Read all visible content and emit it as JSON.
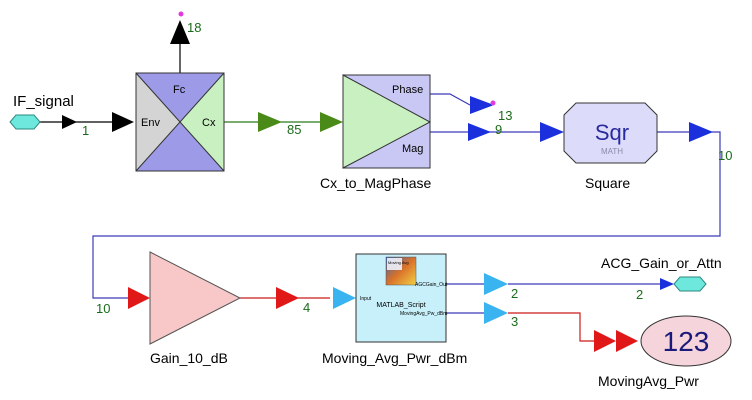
{
  "blocks": {
    "if_source": {
      "label": "IF_signal",
      "port_num": "1"
    },
    "env_block": {
      "port_fc": "Fc",
      "port_env": "Env",
      "port_cx": "Cx",
      "top_num": "18"
    },
    "cx_to_magphase": {
      "label": "Cx_to_MagPhase",
      "port_phase": "Phase",
      "port_mag": "Mag",
      "in_num": "85"
    },
    "phase_term_num": "13",
    "mag_num": "9",
    "square": {
      "label": "Square",
      "text": "Sqr",
      "subtext": "MATH",
      "out_num": "10"
    },
    "gain": {
      "label": "Gain_10_dB",
      "in_num": "10",
      "out_num": "4"
    },
    "matlab": {
      "label": "Moving_Avg_Pwr_dBm",
      "name": "MATLAB_Script",
      "port_input": "Input",
      "port_out1": "AGCGain_Out",
      "port_out2": "MovingAvg_Pw_dBm",
      "icon_text": "Moving Avg"
    },
    "out_nums": {
      "top": "2",
      "bottom": "3"
    },
    "acg_sink": {
      "label": "ACG_Gain_or_Attn",
      "num": "2"
    },
    "display": {
      "label": "MovingAvg_Pwr",
      "value": "123"
    }
  },
  "colors": {
    "wire": "#3b3bb8",
    "wire_red": "#cc1b1b",
    "wire_green": "#2b7a1c",
    "arrow_blue": "#1c2fdc",
    "arrow_cyan": "#3ab4f0",
    "arrow_red": "#e01818",
    "arrow_green": "#4a8a18",
    "num_green": "#1a6b1a"
  }
}
